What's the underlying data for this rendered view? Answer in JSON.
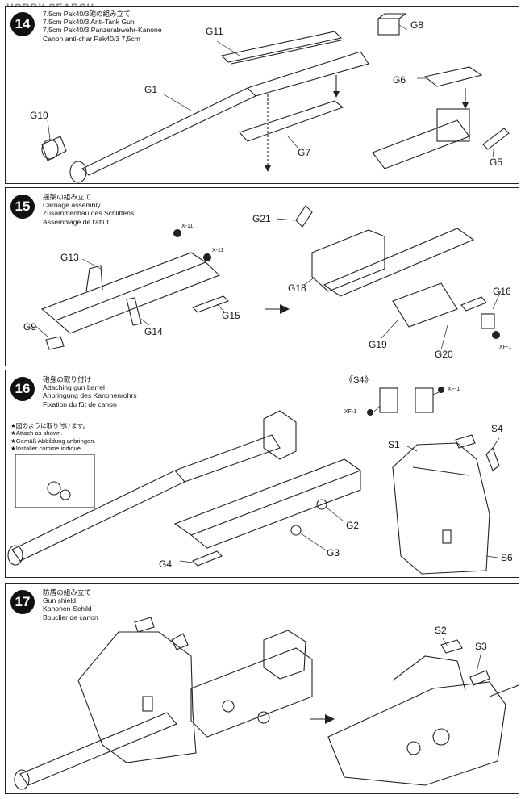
{
  "watermark": "HOBBY SEARCH",
  "steps": [
    {
      "number": "14",
      "title_ja": "7.5cm Pak40/3砲の組み立て",
      "title_en": "7.5cm Pak40/3 Anti-Tank Gun",
      "title_de": "7,5cm Pak40/3 Panzerabwehr-Kanone",
      "title_fr": "Canon anti-char Pak40/3 7,5cm",
      "parts": [
        "G11",
        "G8",
        "G1",
        "G6",
        "G10",
        "G7",
        "G5"
      ]
    },
    {
      "number": "15",
      "title_ja": "揺架の組み立て",
      "title_en": "Carriage assembly",
      "title_de": "Zusammenbau des Schlittens",
      "title_fr": "Assemblage de l'affût",
      "parts": [
        "G13",
        "G9",
        "G14",
        "G15",
        "G21",
        "G18",
        "G16",
        "G19",
        "G20"
      ],
      "paint_codes": [
        "X-11",
        "X-11",
        "XF-1"
      ]
    },
    {
      "number": "16",
      "title_ja": "砲身の取り付け",
      "title_en": "Attaching gun barrel",
      "title_de": "Anbringung des Kanonenrohrs",
      "title_fr": "Fixation du fût de canon",
      "notes": [
        "★図のように取り付けます。",
        "★Attach as shown.",
        "★Gemäß Abbildung anbringen.",
        "★Installer comme indiqué."
      ],
      "subassembly_label": "《S4》",
      "parts": [
        "S1",
        "S4",
        "G2",
        "G3",
        "G4",
        "S6"
      ],
      "paint_codes": [
        "XF-1",
        "XF-1"
      ]
    },
    {
      "number": "17",
      "title_ja": "防盾の組み立て",
      "title_en": "Gun shield",
      "title_de": "Kanonen-Schild",
      "title_fr": "Bouclier de canon",
      "parts": [
        "S2",
        "S3"
      ]
    }
  ]
}
